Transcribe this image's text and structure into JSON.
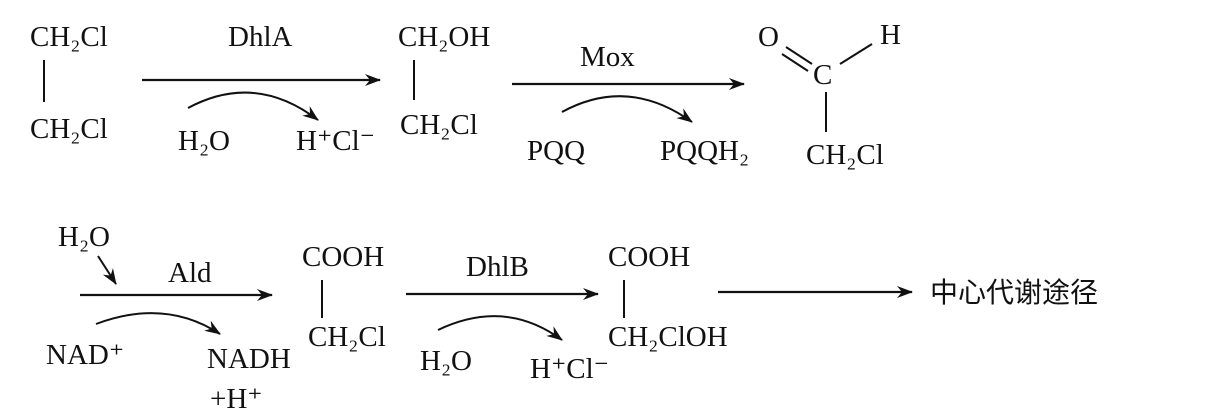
{
  "row1": {
    "reactant": {
      "top": "CH₂Cl",
      "bottom": "CH₂Cl"
    },
    "step1": {
      "enzyme": "DhlA",
      "cosub_in": "H₂O",
      "cosub_out": "H⁺Cl⁻"
    },
    "product1": {
      "top": "CH₂OH",
      "bottom": "CH₂Cl"
    },
    "step2": {
      "enzyme": "Mox",
      "cosub_in": "PQQ",
      "cosub_out": "PQQH₂"
    },
    "product2": {
      "o": "O",
      "c": "C",
      "h": "H",
      "bottom": "CH₂Cl"
    }
  },
  "row2": {
    "water_in": "H₂O",
    "step3": {
      "enzyme": "Ald",
      "cosub_in": "NAD⁺",
      "cosub_out": "NADH",
      "cosub_out2": "+H⁺"
    },
    "product3": {
      "top": "COOH",
      "bottom": "CH₂Cl"
    },
    "step4": {
      "enzyme": "DhlB",
      "cosub_in": "H₂O",
      "cosub_out": "H⁺Cl⁻"
    },
    "product4": {
      "top": "COOH",
      "bottom": "CH₂ClOH"
    },
    "final": "中心代谢途径"
  }
}
